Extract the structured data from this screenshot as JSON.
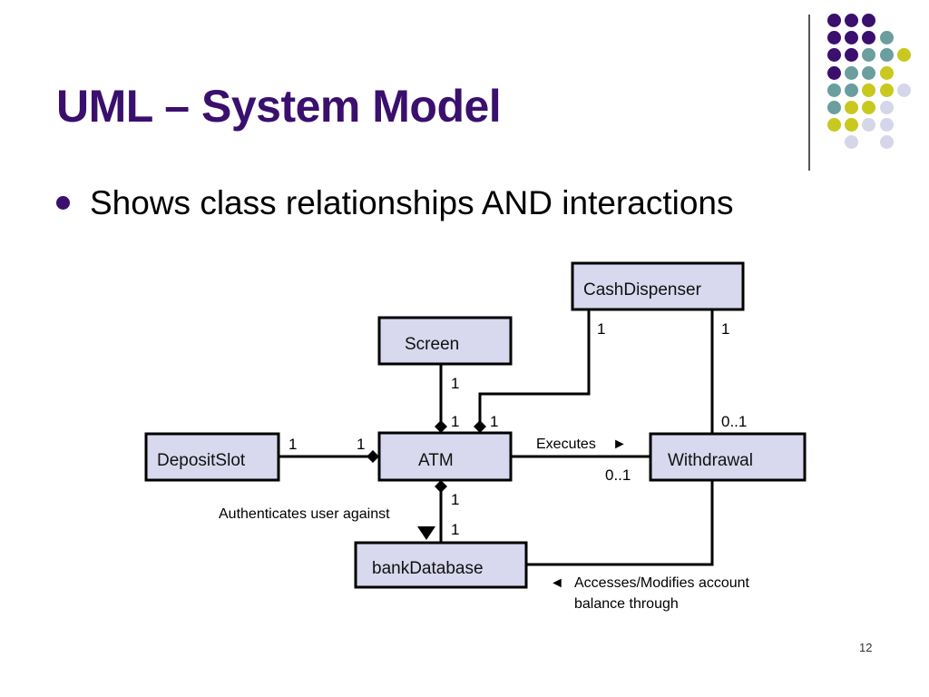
{
  "slide": {
    "title": "UML – System Model",
    "bullets": [
      "Shows class relationships AND interactions"
    ],
    "page_number": "12"
  },
  "colors": {
    "title": "#3a0f6e",
    "purple": "#3a0f6e",
    "teal": "#6b9e9e",
    "yellow": "#c8c81e",
    "lavender": "#d6d6ea",
    "box_fill": "#d8d8ee",
    "line": "#000000"
  },
  "decor": {
    "dot_grid": [
      [
        "purple",
        "purple",
        "purple",
        null,
        null
      ],
      [
        "purple",
        "purple",
        "purple",
        "teal",
        null
      ],
      [
        "purple",
        "purple",
        "teal",
        "teal",
        "yellow"
      ],
      [
        "purple",
        "teal",
        "teal",
        "yellow",
        null
      ],
      [
        "teal",
        "teal",
        "yellow",
        "yellow",
        "lavender"
      ],
      [
        "teal",
        "yellow",
        "yellow",
        "lavender",
        null
      ],
      [
        "yellow",
        "yellow",
        "lavender",
        "lavender",
        null
      ],
      [
        null,
        "lavender",
        null,
        "lavender",
        null
      ]
    ]
  },
  "diagram": {
    "classes": {
      "cash_dispenser": "CashDispenser",
      "screen": "Screen",
      "deposit_slot": "DepositSlot",
      "atm": "ATM",
      "withdrawal": "Withdrawal",
      "bank_database": "bankDatabase"
    },
    "multiplicities": {
      "cash_dispenser_left": "1",
      "cash_dispenser_right": "1",
      "screen_bottom": "1",
      "atm_top_screen": "1",
      "atm_top_cash": "1",
      "withdrawal_top": "0..1",
      "deposit_slot_right": "1",
      "atm_left": "1",
      "withdrawal_left": "0..1",
      "atm_bottom": "1",
      "bank_top": "1"
    },
    "associations": {
      "executes": "Executes",
      "executes_arrow": "►",
      "authenticates": "Authenticates user against",
      "accesses_arrow": "◄",
      "accesses_line1": "Accesses/Modifies account",
      "accesses_line2": "balance through"
    }
  }
}
